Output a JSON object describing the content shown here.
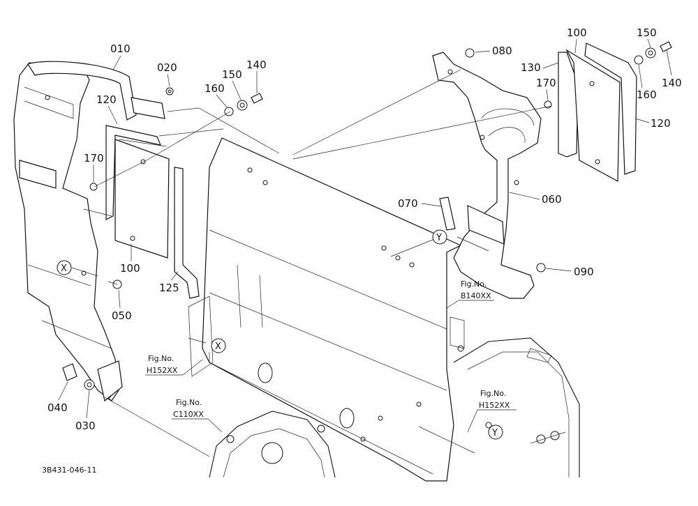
{
  "diagram": {
    "part_labels": [
      "010",
      "020",
      "150",
      "140",
      "160",
      "120",
      "170",
      "100",
      "125",
      "050",
      "040",
      "030",
      "080",
      "100",
      "150",
      "130",
      "170",
      "160",
      "140",
      "120",
      "060",
      "070",
      "090"
    ],
    "fig_refs": [
      {
        "title": "Fig.No.",
        "code": "B140XX"
      },
      {
        "title": "Fig.No.",
        "code": "H152XX"
      },
      {
        "title": "Fig.No.",
        "code": "C110XX"
      },
      {
        "title": "Fig.No.",
        "code": "H152XX"
      }
    ],
    "callouts": [
      "X",
      "X",
      "Y",
      "Y"
    ],
    "drawing_id": "3B431-046-11"
  }
}
